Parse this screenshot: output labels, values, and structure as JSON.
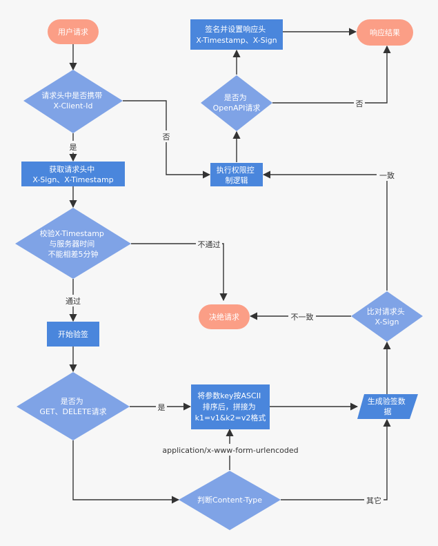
{
  "colors": {
    "background": "#f7f7f7",
    "process": "#4a86dc",
    "decision": "#7fa3e6",
    "terminal": "#fb9e86",
    "edge": "#333333",
    "label_bg": "#ffffff",
    "node_text": "#ffffff"
  },
  "nodes": {
    "user_request": {
      "lines": [
        "用户请求"
      ]
    },
    "has_client_id": {
      "lines": [
        "请求头中是否携带",
        "X-Client-Id"
      ]
    },
    "get_headers": {
      "lines": [
        "获取请求头中",
        "X-Sign、X-Timestamp"
      ]
    },
    "check_timestamp": {
      "lines": [
        "校验X-Timestamp",
        "与服务器时间",
        "不能相差5分钟"
      ]
    },
    "start_verify": {
      "lines": [
        "开始验签"
      ]
    },
    "is_get_delete": {
      "lines": [
        "是否为",
        "GET、DELETE请求"
      ]
    },
    "content_type": {
      "lines": [
        "判断Content-Type"
      ]
    },
    "sort_params": {
      "lines": [
        "将参数key按ASCII",
        "排序后，拼接为",
        "k1=v1&k2=v2格式"
      ]
    },
    "gen_sign_data": {
      "lines": [
        "生成验签数",
        "据"
      ]
    },
    "compare_sign": {
      "lines": [
        "比对请求头",
        "X-Sign"
      ]
    },
    "reject": {
      "lines": [
        "决绝请求"
      ]
    },
    "access_control": {
      "lines": [
        "执行权限控",
        "制逻辑"
      ]
    },
    "is_openapi": {
      "lines": [
        "是否为",
        "OpenAPI请求"
      ]
    },
    "sign_headers": {
      "lines": [
        "签名并设置响应头",
        "X-Timestamp、X-Sign"
      ]
    },
    "response": {
      "lines": [
        "响应结果"
      ]
    }
  },
  "edge_labels": {
    "yes_client": "是",
    "no_client": "否",
    "pass": "通过",
    "fail": "不通过",
    "yes_get": "是",
    "form_urlencoded": "application/x-www-form-urlencoded",
    "other": "其它",
    "mismatch": "不一致",
    "match": "一致",
    "no_openapi": "否"
  }
}
